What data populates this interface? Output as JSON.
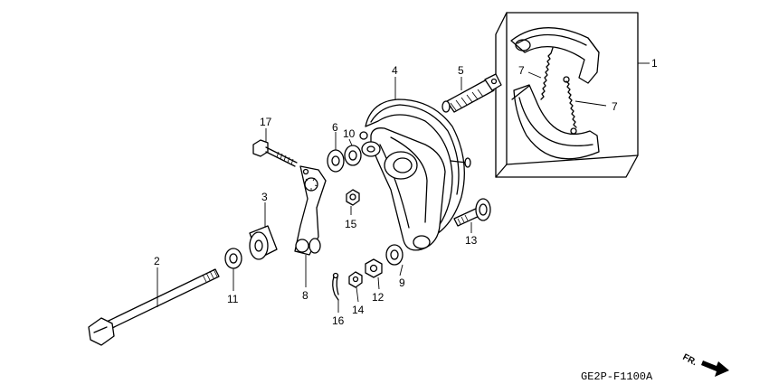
{
  "figure_code": "GE2P-F1100A",
  "direction_label": "FR.",
  "callouts": {
    "c1": "1",
    "c2": "2",
    "c3": "3",
    "c4": "4",
    "c5": "5",
    "c6": "6",
    "c7a": "7",
    "c7b": "7",
    "c8": "8",
    "c9": "9",
    "c10": "10",
    "c11": "11",
    "c12": "12",
    "c13": "13",
    "c14": "14",
    "c15": "15",
    "c16": "16",
    "c17": "17"
  }
}
